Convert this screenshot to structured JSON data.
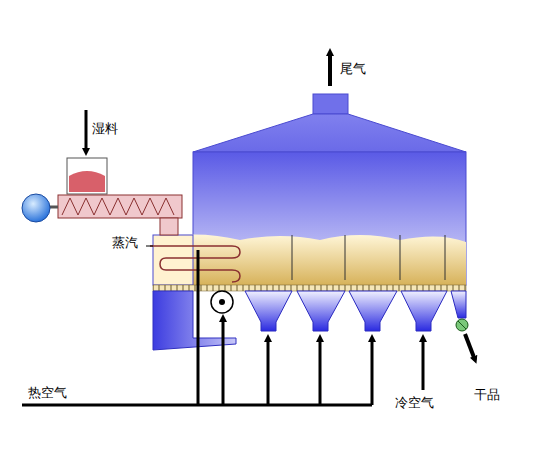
{
  "diagram": {
    "labels": [
      "湿料",
      "尾气",
      "蒸汽",
      "热空气",
      "冷空气",
      "干品"
    ]
  }
}
